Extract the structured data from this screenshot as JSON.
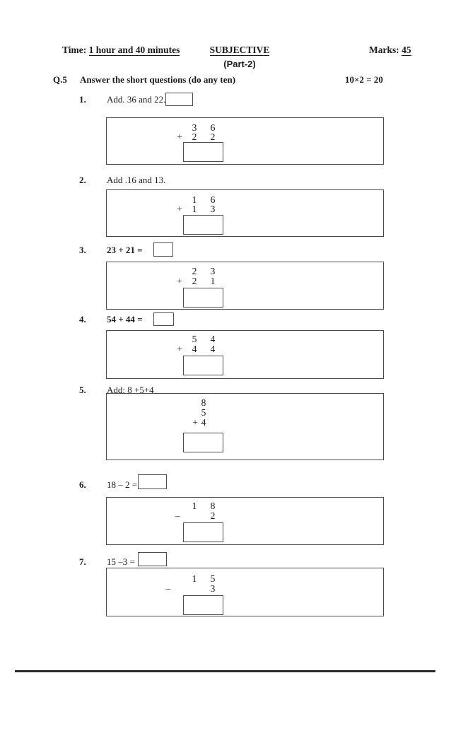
{
  "header": {
    "time_label": "Time:",
    "time_value": "1 hour and 40 minutes",
    "title": "SUBJECTIVE",
    "subtitle": "(Part-2)",
    "marks_label": "Marks:",
    "marks_value": "45"
  },
  "section": {
    "number": "Q.5",
    "instruction": "Answer the short questions (do any ten)",
    "marks_formula": "10×2 = 20"
  },
  "questions": [
    {
      "num": "1.",
      "text": "Add. 36 and 22.",
      "work": {
        "r1c1": "3",
        "r1c2": "6",
        "op": "+",
        "r2c1": "2",
        "r2c2": "2"
      }
    },
    {
      "num": "2.",
      "text": "Add .16 and 13.",
      "work": {
        "r1c1": "1",
        "r1c2": "6",
        "op": "+",
        "r2c1": "1",
        "r2c2": "3"
      }
    },
    {
      "num": "3.",
      "text": "23 + 21 =",
      "work": {
        "r1c1": "2",
        "r1c2": "3",
        "op": "+",
        "r2c1": "2",
        "r2c2": "1"
      }
    },
    {
      "num": "4.",
      "text": "54 + 44 =",
      "work": {
        "r1c1": "5",
        "r1c2": "4",
        "op": "+",
        "r2c1": "4",
        "r2c2": "4"
      }
    },
    {
      "num": "5.",
      "text": "Add: 8 +5+4",
      "work": {
        "r1": "8",
        "r2": "5",
        "op": "+",
        "r3": "4"
      }
    },
    {
      "num": "6.",
      "text": "18 – 2 =",
      "work": {
        "r1c1": "1",
        "r1c2": "8",
        "op": "–",
        "r2c2": "2"
      }
    },
    {
      "num": "7.",
      "text": "15 –3 =",
      "work": {
        "r1c1": "1",
        "r1c2": "5",
        "op": "–",
        "r2c2": "3"
      }
    }
  ],
  "colors": {
    "ink": "#1a1a1a",
    "box_border": "#4a4a4a",
    "bottom_rule": "#2b2b2b"
  }
}
